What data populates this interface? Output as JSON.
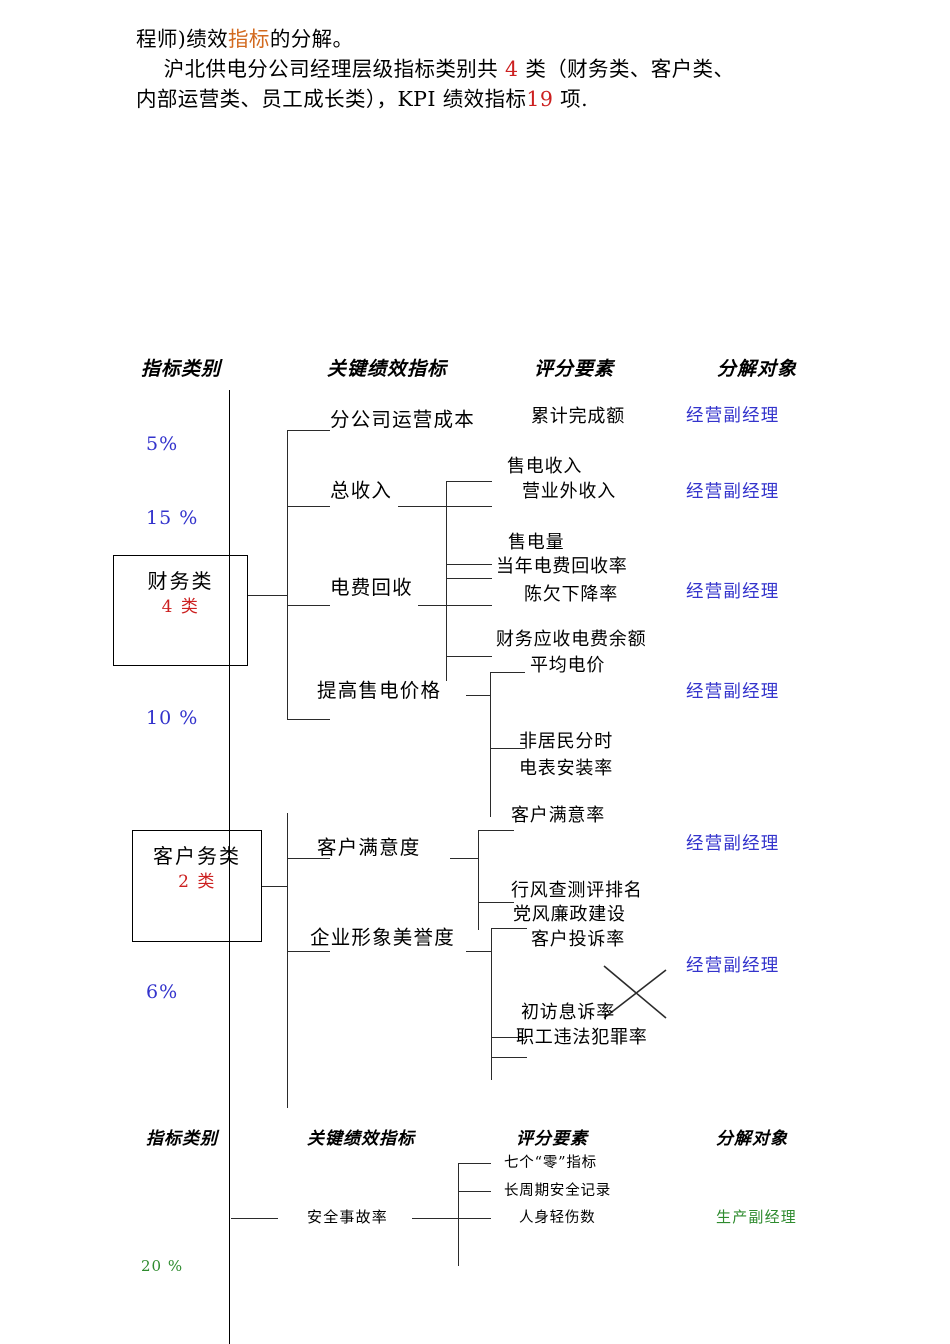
{
  "document": {
    "intro": {
      "line1_pre": "程师)绩效",
      "line1_hi": "指标",
      "line1_post": "的分解。",
      "line2_pre": "    沪北供电分公司经理层级指标类别共 ",
      "line2_num": "4",
      "line2_mid": " 类（财务类、客户类、",
      "line3_pre": "内部运营类、员工成长类），KPI 绩效指标",
      "line3_num": "19",
      "line3_post": " 项."
    },
    "column_headers": {
      "category": "指标类别",
      "kpi": "关键绩效指标",
      "scoring": "评分要素",
      "owner": "分解对象"
    },
    "colors": {
      "blue": "#3333cc",
      "red": "#cc2020",
      "green": "#2e8b2e",
      "orange": "#d2691e",
      "line": "#2b2b2b"
    },
    "weights": {
      "w1": "5%",
      "w2": "15 %",
      "w3": "10 %",
      "w4": "6%",
      "w5": "20 %"
    },
    "categories": [
      {
        "name": "财务类",
        "count": "4 类"
      },
      {
        "name": "客户务类",
        "count": "2 类"
      }
    ],
    "kpis": [
      {
        "label": "分公司运营成本"
      },
      {
        "label": "总收入"
      },
      {
        "label": "电费回收"
      },
      {
        "label": "提高售电价格"
      },
      {
        "label": "客户满意度"
      },
      {
        "label": "企业形象美誉度"
      },
      {
        "label": "安全事故率"
      }
    ],
    "scoring_elements": [
      {
        "label": "累计完成额"
      },
      {
        "label": "售电收入"
      },
      {
        "label": "营业外收入"
      },
      {
        "label": "售电量"
      },
      {
        "label": "当年电费回收率"
      },
      {
        "label": "陈欠下降率"
      },
      {
        "label": "财务应收电费余额"
      },
      {
        "label": "平均电价"
      },
      {
        "label": "非居民分时"
      },
      {
        "label": "电表安装率"
      },
      {
        "label": "客户满意率"
      },
      {
        "label": "行风查测评排名"
      },
      {
        "label": "党风廉政建设"
      },
      {
        "label": "客户投诉率"
      },
      {
        "label": "初访息诉率"
      },
      {
        "label": "职工违法犯罪率"
      },
      {
        "label": "七个“零”指标"
      },
      {
        "label": "长周期安全记录"
      },
      {
        "label": "人身轻伤数"
      }
    ],
    "owners": [
      {
        "label": "经营副经理",
        "color": "blue"
      },
      {
        "label": "经营副经理",
        "color": "blue"
      },
      {
        "label": "经营副经理",
        "color": "blue"
      },
      {
        "label": "经营副经理",
        "color": "blue"
      },
      {
        "label": "经营副经理",
        "color": "blue"
      },
      {
        "label": "经营副经理",
        "color": "blue"
      },
      {
        "label": "生产副经理",
        "color": "green"
      }
    ]
  }
}
